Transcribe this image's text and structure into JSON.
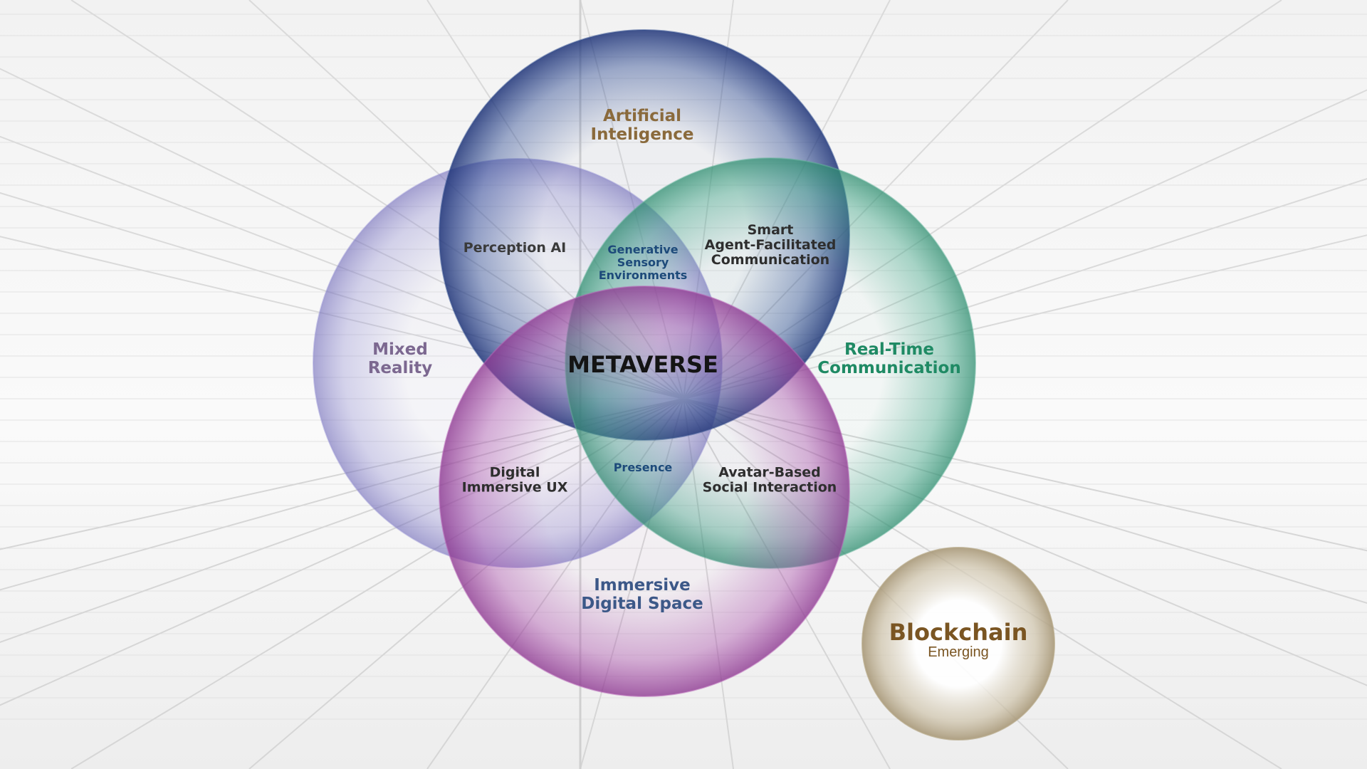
{
  "diagram": {
    "center": {
      "label": "METAVERSE",
      "color": "#141414"
    },
    "circles": [
      {
        "id": "mixed-reality",
        "lines": [
          "Mixed",
          "Reality"
        ],
        "color": "#7c6890",
        "fill": "#8f8bd0"
      },
      {
        "id": "artificial-intelligence",
        "lines": [
          "Artificial",
          "Inteligence"
        ],
        "color": "#8a6a3c",
        "fill": "#2d4a92"
      },
      {
        "id": "real-time-communication",
        "lines": [
          "Real-Time",
          "Communication"
        ],
        "color": "#1f8a64",
        "fill": "#45a88a"
      },
      {
        "id": "immersive-digital-space",
        "lines": [
          "Immersive",
          "Digital Space"
        ],
        "color": "#3c5888",
        "fill": "#a94eaa"
      }
    ],
    "intersections": [
      {
        "id": "perception-ai",
        "lines": [
          "Perception AI"
        ],
        "color": "#3a3a3a"
      },
      {
        "id": "generative-sensory-environments",
        "lines": [
          "Generative",
          "Sensory",
          "Environments"
        ],
        "color": "#1d4a7a"
      },
      {
        "id": "smart-agent-communication",
        "lines": [
          "Smart",
          "Agent-Facilitated",
          "Communication"
        ],
        "color": "#2e2e2e"
      },
      {
        "id": "digital-immersive-ux",
        "lines": [
          "Digital",
          "Immersive UX"
        ],
        "color": "#2e2e2e"
      },
      {
        "id": "presence",
        "lines": [
          "Presence"
        ],
        "color": "#1d4a7a"
      },
      {
        "id": "avatar-social-interaction",
        "lines": [
          "Avatar-Based",
          "Social Interaction"
        ],
        "color": "#2e2e2e"
      }
    ],
    "emerging": {
      "title": "Blockchain",
      "subtitle": "Emerging",
      "color": "#7a5522",
      "fill": "#b6a88a"
    }
  }
}
